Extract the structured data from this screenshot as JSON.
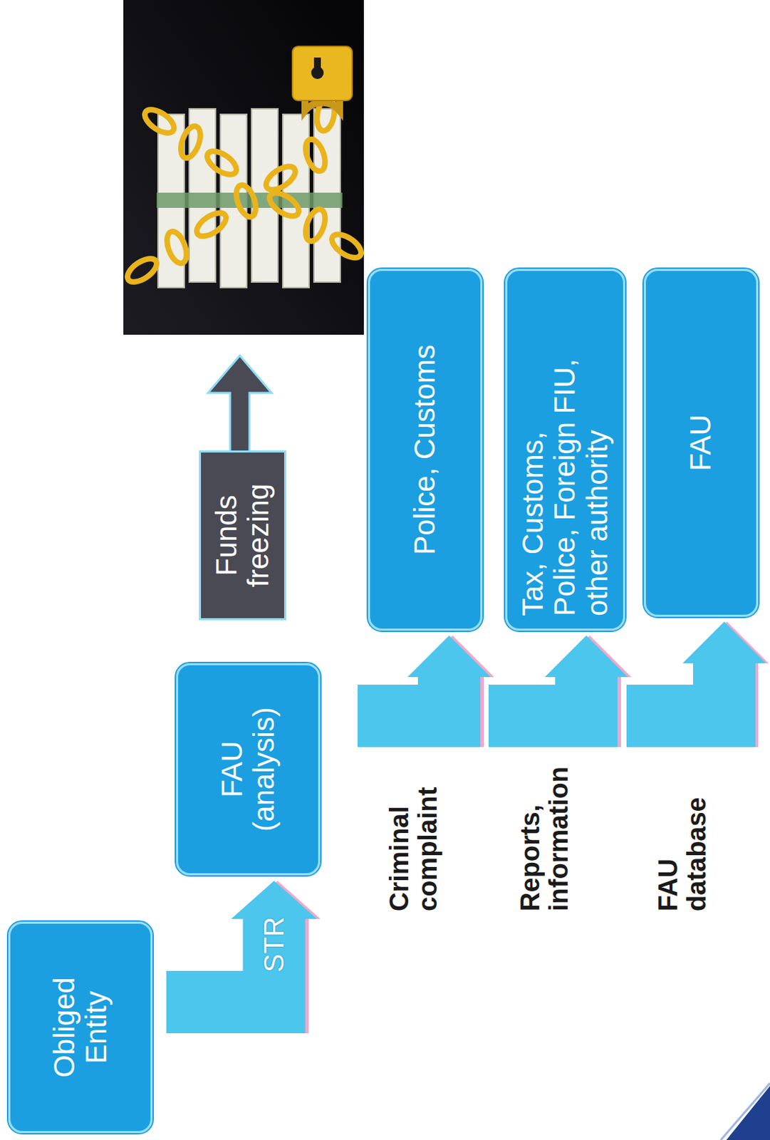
{
  "diagram": {
    "nodes": [
      {
        "text": [
          "Obliged Entity"
        ]
      },
      {
        "text": [
          "FAU (analysis)"
        ]
      },
      {
        "text": [
          "Funds freezing"
        ]
      },
      {
        "text": [
          "Police, Customs"
        ]
      },
      {
        "text": [
          "Tax, Customs, Police, Foreign FIU, other authority"
        ]
      },
      {
        "text": [
          "FAU"
        ]
      }
    ],
    "edges": [
      {
        "from": 0,
        "to": 1,
        "arrow": "to",
        "label": "STR"
      }
    ],
    "labels": [
      "Criminal complaint",
      "Reports, information",
      "FAU database"
    ]
  }
}
